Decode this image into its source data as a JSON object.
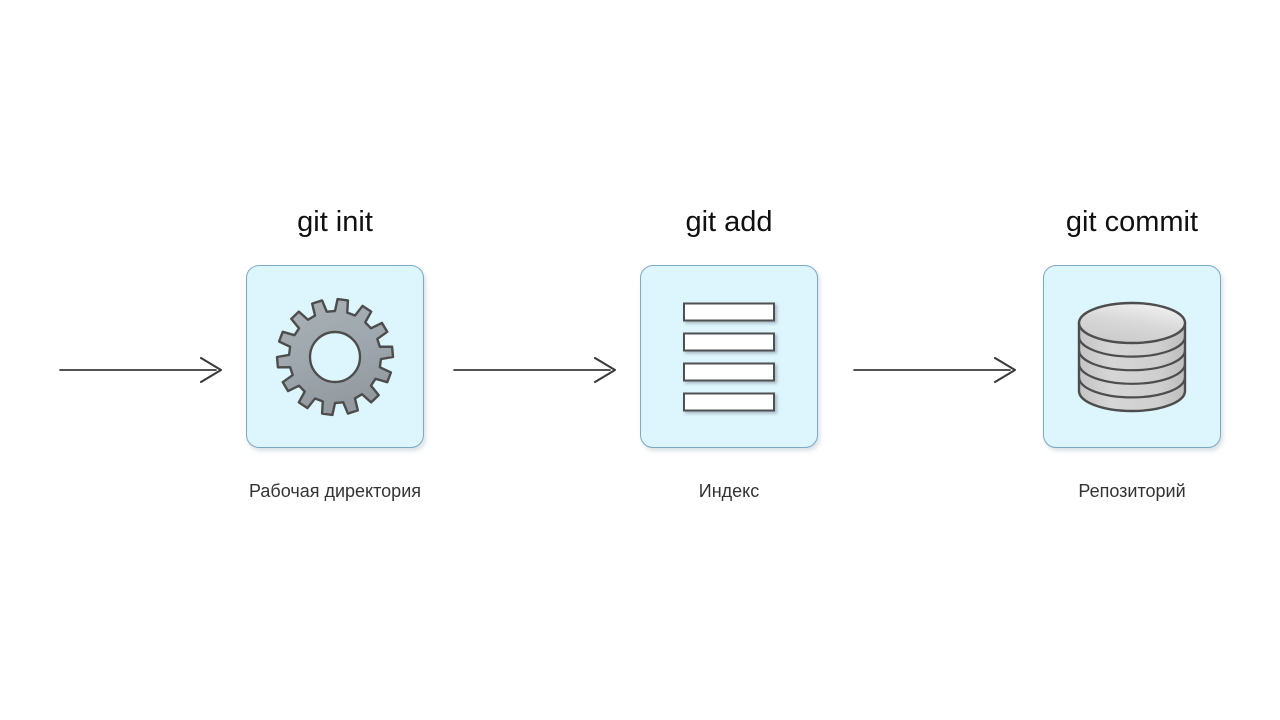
{
  "diagram": {
    "title_text": "Git workflow diagram",
    "background_color": "#ffffff",
    "box_fill": "#ddf5fc",
    "box_border": "#7ea8c4",
    "icon_gray_fill": "#9ea7ad",
    "icon_gray_stroke": "#4d4d4d",
    "arrow_color": "#3a3a3a",
    "title_color": "#101010",
    "caption_color": "#333333"
  },
  "stages": [
    {
      "id": "working-directory",
      "title": "git init",
      "caption": "Рабочая директория",
      "icon": "gear-icon",
      "gear_teeth": 14
    },
    {
      "id": "index",
      "title": "git add",
      "caption": "Индекс",
      "icon": "list-rows-icon",
      "rows": 4
    },
    {
      "id": "repository",
      "title": "git commit",
      "caption": "Репозиторий",
      "icon": "database-cylinder-icon",
      "disks": 5
    }
  ],
  "arrows": [
    {
      "id": "arrow-into-working-directory",
      "label": ""
    },
    {
      "id": "arrow-working-directory-to-index",
      "label": ""
    },
    {
      "id": "arrow-index-to-repository",
      "label": ""
    }
  ]
}
